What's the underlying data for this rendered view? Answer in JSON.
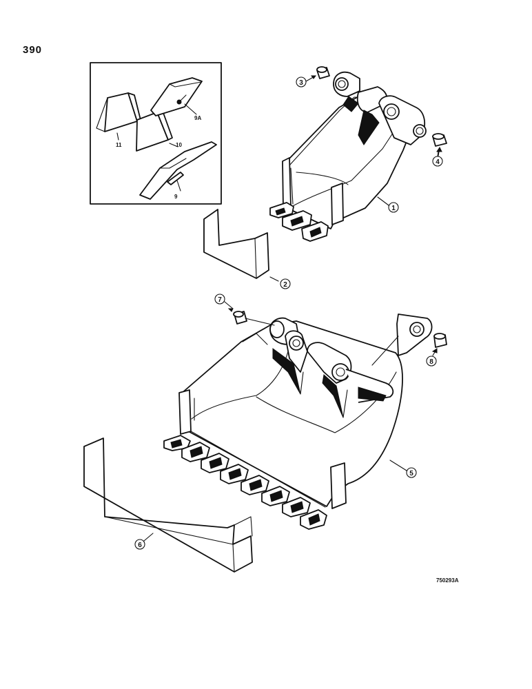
{
  "page": {
    "number": "390",
    "drawing_id": "750293A"
  },
  "inset": {
    "labels": [
      "11",
      "10",
      "9A",
      "9"
    ]
  },
  "callouts": {
    "c1": "1",
    "c2": "2",
    "c3": "3",
    "c4": "4",
    "c5": "5",
    "c6": "6",
    "c7": "7",
    "c8": "8"
  }
}
